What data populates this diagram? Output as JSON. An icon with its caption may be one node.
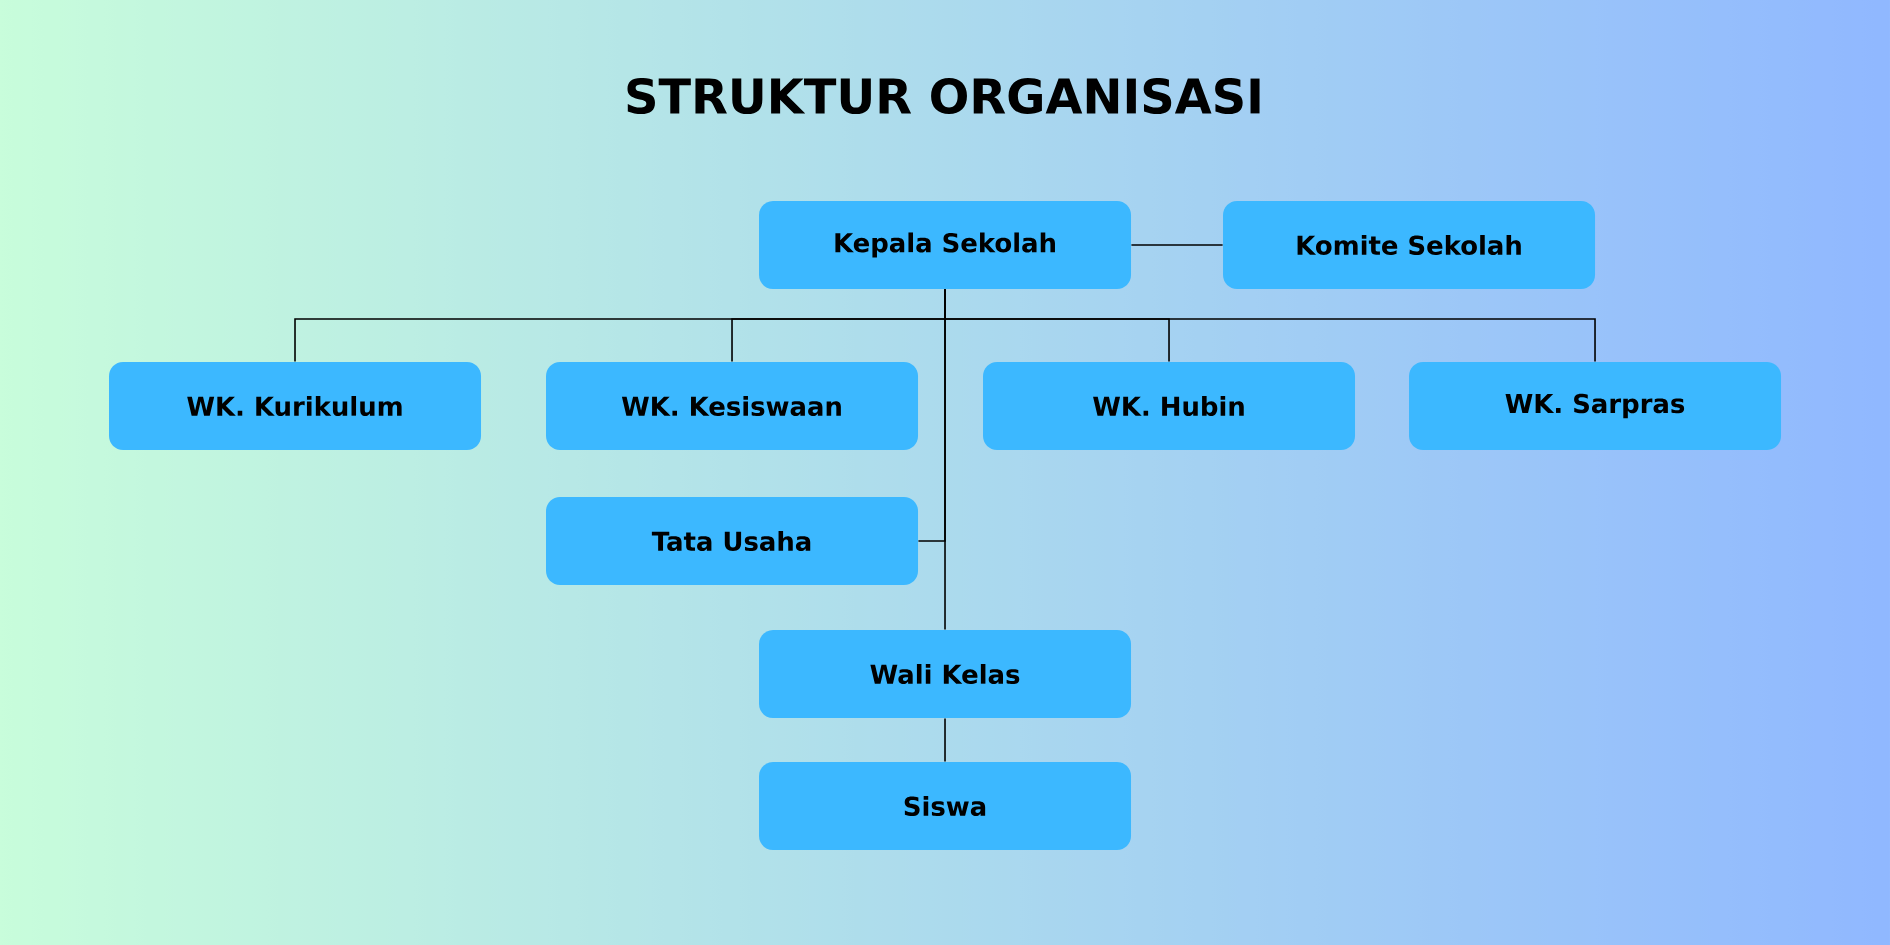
{
  "diagram": {
    "title": "STRUKTUR ORGANISASI",
    "nodes": [
      {
        "text": [
          "Kepala Sekolah"
        ]
      },
      {
        "text": [
          "Komite Sekolah"
        ]
      },
      {
        "text": [
          "WK. Kurikulum"
        ]
      },
      {
        "text": [
          "WK. Kesiswaan"
        ]
      },
      {
        "text": [
          "WK. Hubin"
        ]
      },
      {
        "text": [
          "WK. Sarpras"
        ]
      },
      {
        "text": [
          "Tata Usaha"
        ]
      },
      {
        "text": [
          "Wali Kelas"
        ]
      },
      {
        "text": [
          "Siswa"
        ]
      }
    ],
    "edges": [
      {
        "from": 0,
        "to": 1,
        "arrow": "none"
      },
      {
        "from": 0,
        "to": 2,
        "arrow": "none"
      },
      {
        "from": 0,
        "to": 3,
        "arrow": "none"
      },
      {
        "from": 0,
        "to": 4,
        "arrow": "none"
      },
      {
        "from": 0,
        "to": 5,
        "arrow": "none"
      },
      {
        "from": 0,
        "to": 6,
        "arrow": "none"
      },
      {
        "from": 0,
        "to": 7,
        "arrow": "none"
      },
      {
        "from": 7,
        "to": 8,
        "arrow": "none"
      }
    ]
  }
}
